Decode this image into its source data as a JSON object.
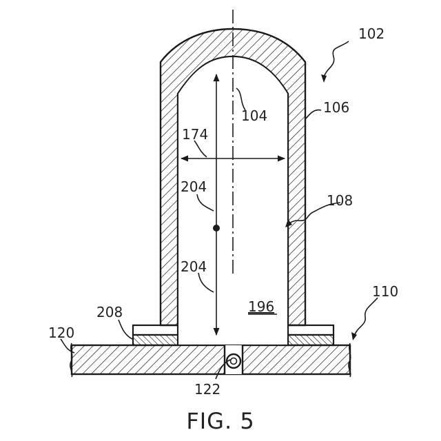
{
  "labels": {
    "ref_102": "102",
    "ref_104": "104",
    "ref_106": "106",
    "ref_108": "108",
    "ref_110": "110",
    "ref_120": "120",
    "ref_122": "122",
    "ref_174": "174",
    "ref_196": "196",
    "ref_204_upper": "204",
    "ref_204_lower": "204",
    "ref_208": "208"
  },
  "caption": "FIG. 5",
  "colors": {
    "ink": "#1a1a1a",
    "background": "#ffffff"
  }
}
